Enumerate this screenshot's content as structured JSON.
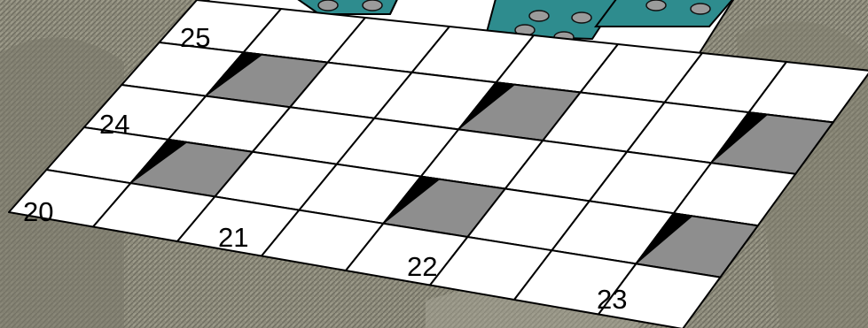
{
  "board": {
    "rows": 5,
    "cols": 8,
    "pits": [
      [
        1,
        1
      ],
      [
        1,
        4
      ],
      [
        1,
        7
      ],
      [
        3,
        1
      ],
      [
        3,
        4
      ],
      [
        3,
        7
      ]
    ],
    "colors": {
      "cell": "#ffffff",
      "pit_floor": "#8e8e8e",
      "pit_wall": "#000000",
      "die": "#2e8c8e"
    }
  },
  "labels": {
    "l20": "20",
    "l21": "21",
    "l22": "22",
    "l23": "23",
    "l24": "24",
    "l25": "25"
  },
  "upper_tray": {
    "dice_faces": [
      2,
      4,
      2
    ]
  }
}
